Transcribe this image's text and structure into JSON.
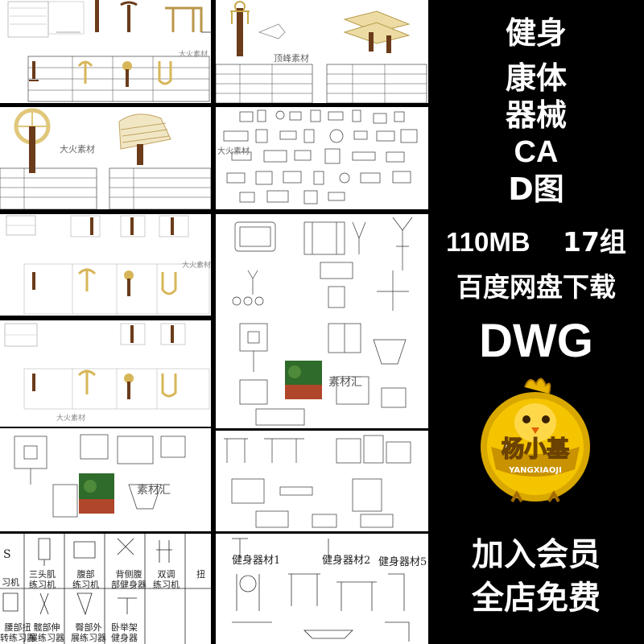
{
  "sidebar": {
    "title_lines": [
      "健身",
      "康体",
      "器械",
      "CA",
      "D图"
    ],
    "size_label": "110MB",
    "count_label": "17组",
    "download_label": "百度网盘下载",
    "format_label": "DWG",
    "promo_line1": "加入会员",
    "promo_line2": "全店免费"
  },
  "logo": {
    "brand_cn": "杨小基",
    "brand_en": "YANGXIAOJI",
    "ring_color": "#d9a800",
    "face_color": "#f5c400"
  },
  "watermarks": {
    "dingfeng": "顶峰素材",
    "dahuo": "大火素材",
    "sucaihui": "素材汇"
  },
  "sheet_labels": {
    "equip1": "健身器材1",
    "equip2": "健身器材2",
    "equip5": "健身器材5"
  },
  "equipment_grid": {
    "row1": [
      "扭",
      "三头肌\n练习机",
      "腹部\n练习机",
      "背侧腹\n部健身器",
      "双调\n练习机"
    ],
    "row2": [
      "腰部扭\n转练习器",
      "髋部伸\n展练习器",
      "臀部外\n展练习器",
      "卧举架\n健身器"
    ],
    "left_top": [
      "S",
      "习机"
    ]
  },
  "colors": {
    "background": "#000000",
    "text": "#ffffff",
    "sheet": "#ffffff",
    "post_brown": "#6b3b1a",
    "seat_cream": "#ecdca4"
  }
}
